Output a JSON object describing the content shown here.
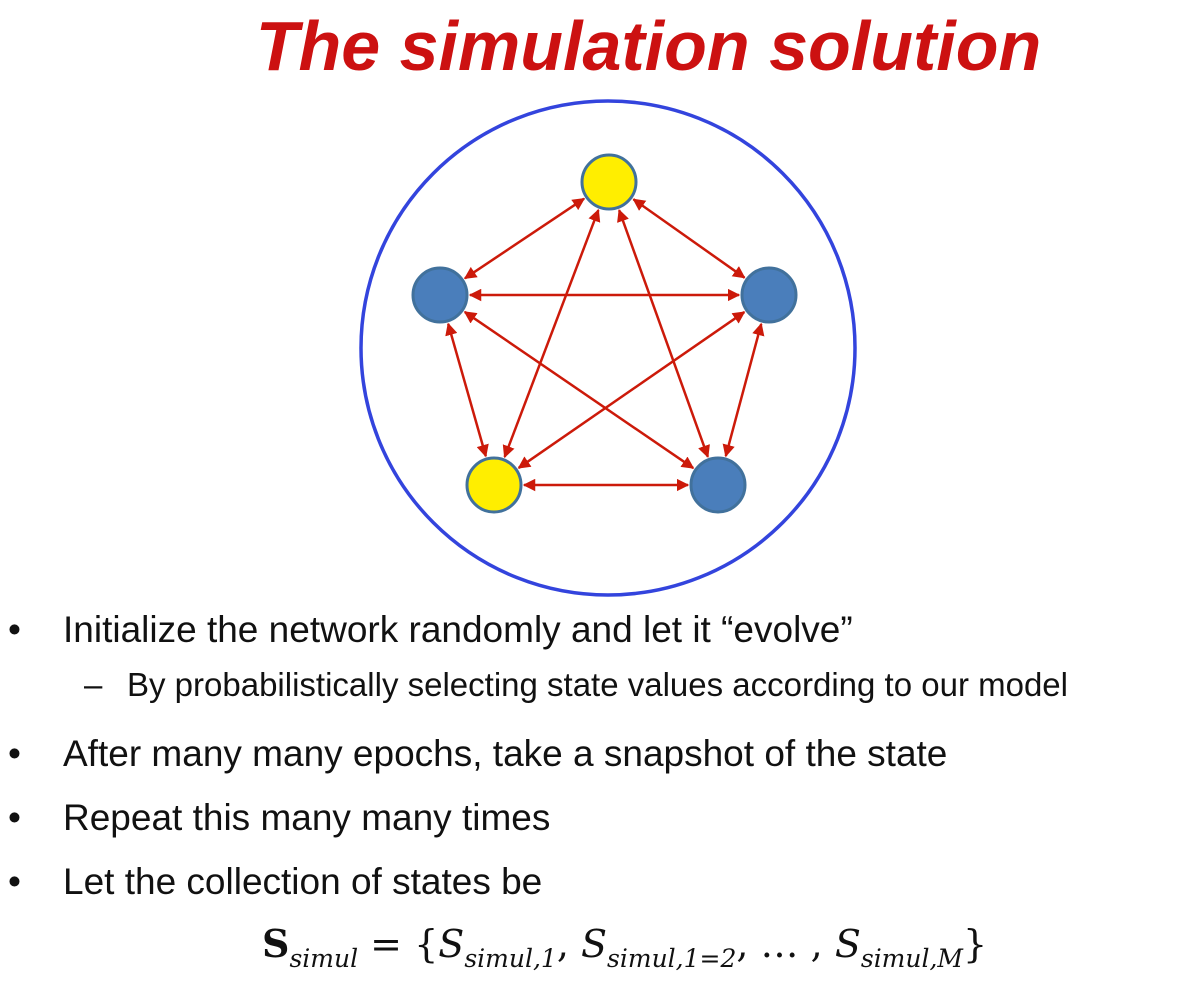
{
  "title": "The simulation solution",
  "diagram": {
    "circle_color": "#3344dd",
    "edge_color": "#cc1a0a",
    "node_stroke": "#41719c",
    "nodes": [
      {
        "id": "top",
        "fill": "#ffee00"
      },
      {
        "id": "left",
        "fill": "#4a7ebb"
      },
      {
        "id": "right",
        "fill": "#4a7ebb"
      },
      {
        "id": "bottom-left",
        "fill": "#ffee00"
      },
      {
        "id": "bottom-right",
        "fill": "#4a7ebb"
      }
    ],
    "edges": [
      [
        "top",
        "left"
      ],
      [
        "top",
        "right"
      ],
      [
        "top",
        "bottom-left"
      ],
      [
        "top",
        "bottom-right"
      ],
      [
        "left",
        "right"
      ],
      [
        "left",
        "bottom-left"
      ],
      [
        "left",
        "bottom-right"
      ],
      [
        "right",
        "bottom-left"
      ],
      [
        "right",
        "bottom-right"
      ],
      [
        "bottom-left",
        "bottom-right"
      ]
    ]
  },
  "bullets": [
    {
      "level": 1,
      "marker": "•",
      "text": "Initialize the network randomly and let it “evolve”"
    },
    {
      "level": 2,
      "marker": "–",
      "text": "By probabilistically selecting state values according to our model"
    },
    {
      "level": 1,
      "marker": "•",
      "text": "After many many epochs, take a snapshot of the state"
    },
    {
      "level": 1,
      "marker": "•",
      "text": "Repeat this many many times"
    },
    {
      "level": 1,
      "marker": "•",
      "text": "Let the collection of states be"
    }
  ],
  "formula": {
    "lhs_symbol": "S",
    "lhs_sub": "simul",
    "equals": " = {",
    "terms": [
      {
        "symbol": "S",
        "sub": "simul,1"
      },
      {
        "symbol": "S",
        "sub": "simul,1=2"
      }
    ],
    "ellipsis": "… ",
    "last": {
      "symbol": "S",
      "sub": "simul,M"
    },
    "close": "}",
    "separator": ", "
  }
}
